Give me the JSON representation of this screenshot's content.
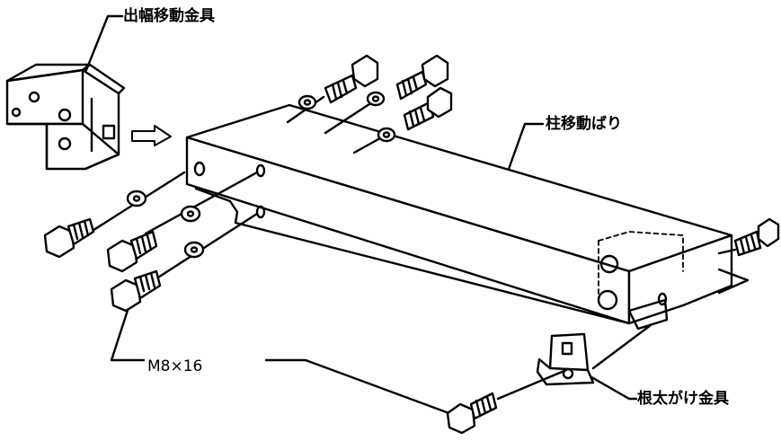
{
  "labels": {
    "moving_bracket": "出幅移動金具",
    "pillar_beam": "柱移動ばり",
    "bolt_spec": "M8×16",
    "joist_bracket": "根太がけ金具"
  },
  "colors": {
    "ink": "#000000",
    "paper": "#ffffff"
  }
}
